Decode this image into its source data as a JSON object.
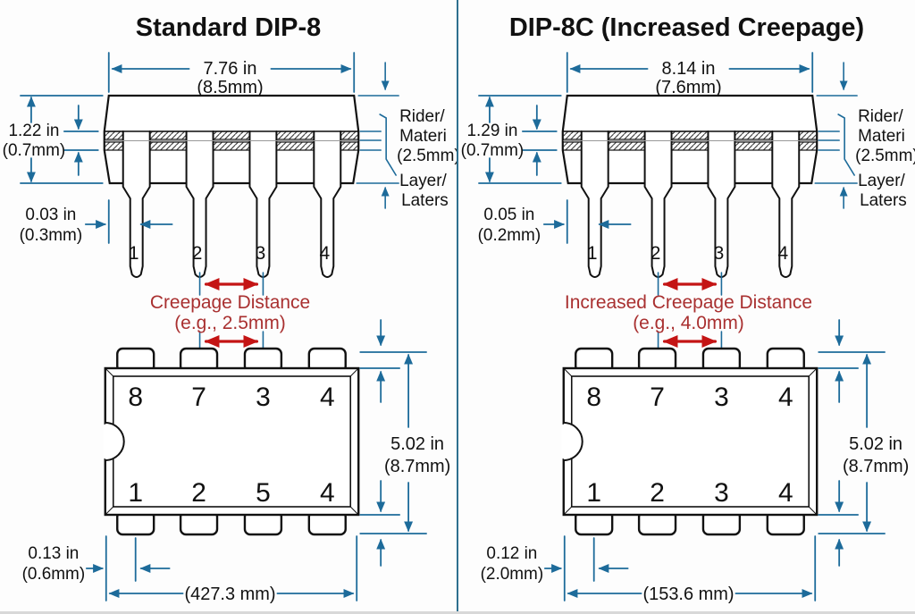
{
  "colors": {
    "dimension_blue": "#1d6b9a",
    "creepage_arrow_red": "#c41414",
    "creepage_text_red": "#a93030",
    "outline_black": "#111111",
    "divider_teal": "#2e708f"
  },
  "panels": [
    {
      "title": "Standard DIP-8",
      "side_view": {
        "width_in": "7.76 in",
        "width_mm": "(8.5mm)",
        "height_in": "1.22 in",
        "height_mm": "(0.7mm)",
        "lead_in": "0.03 in",
        "lead_mm": "(0.3mm)",
        "layer_top_1": "Rider/",
        "layer_top_2": "Materi",
        "layer_top_3": "(2.5mm)",
        "layer_bot_1": "Layer/",
        "layer_bot_2": "Laters",
        "pins": [
          "1",
          "2",
          "3",
          "4"
        ]
      },
      "creepage_1": "Creepage Distance",
      "creepage_2": "(e.g., 2.5mm)",
      "top_view": {
        "pins_top": [
          "8",
          "7",
          "3",
          "4"
        ],
        "pins_bottom": [
          "1",
          "2",
          "5",
          "4"
        ],
        "height_in": "5.02 in",
        "height_mm": "(8.7mm)",
        "offset_in": "0.13 in",
        "offset_mm": "(0.6mm)",
        "width_mm": "(427.3 mm)"
      }
    },
    {
      "title": "DIP-8C (Increased Creepage)",
      "side_view": {
        "width_in": "8.14 in",
        "width_mm": "(7.6mm)",
        "height_in": "1.29 in",
        "height_mm": "(0.7mm)",
        "lead_in": "0.05 in",
        "lead_mm": "(0.2mm)",
        "layer_top_1": "Rider/",
        "layer_top_2": "Materi",
        "layer_top_3": "(2.5mm)",
        "layer_bot_1": "Layer/",
        "layer_bot_2": "Laters",
        "pins": [
          "1",
          "2",
          "3",
          "4"
        ]
      },
      "creepage_1": "Increased Creepage Distance",
      "creepage_2": "(e.g., 4.0mm)",
      "top_view": {
        "pins_top": [
          "8",
          "7",
          "3",
          "4"
        ],
        "pins_bottom": [
          "1",
          "2",
          "3",
          "4"
        ],
        "height_in": "5.02 in",
        "height_mm": "(8.7mm)",
        "offset_in": "0.12 in",
        "offset_mm": "(2.0mm)",
        "width_mm": "(153.6 mm)"
      }
    }
  ]
}
